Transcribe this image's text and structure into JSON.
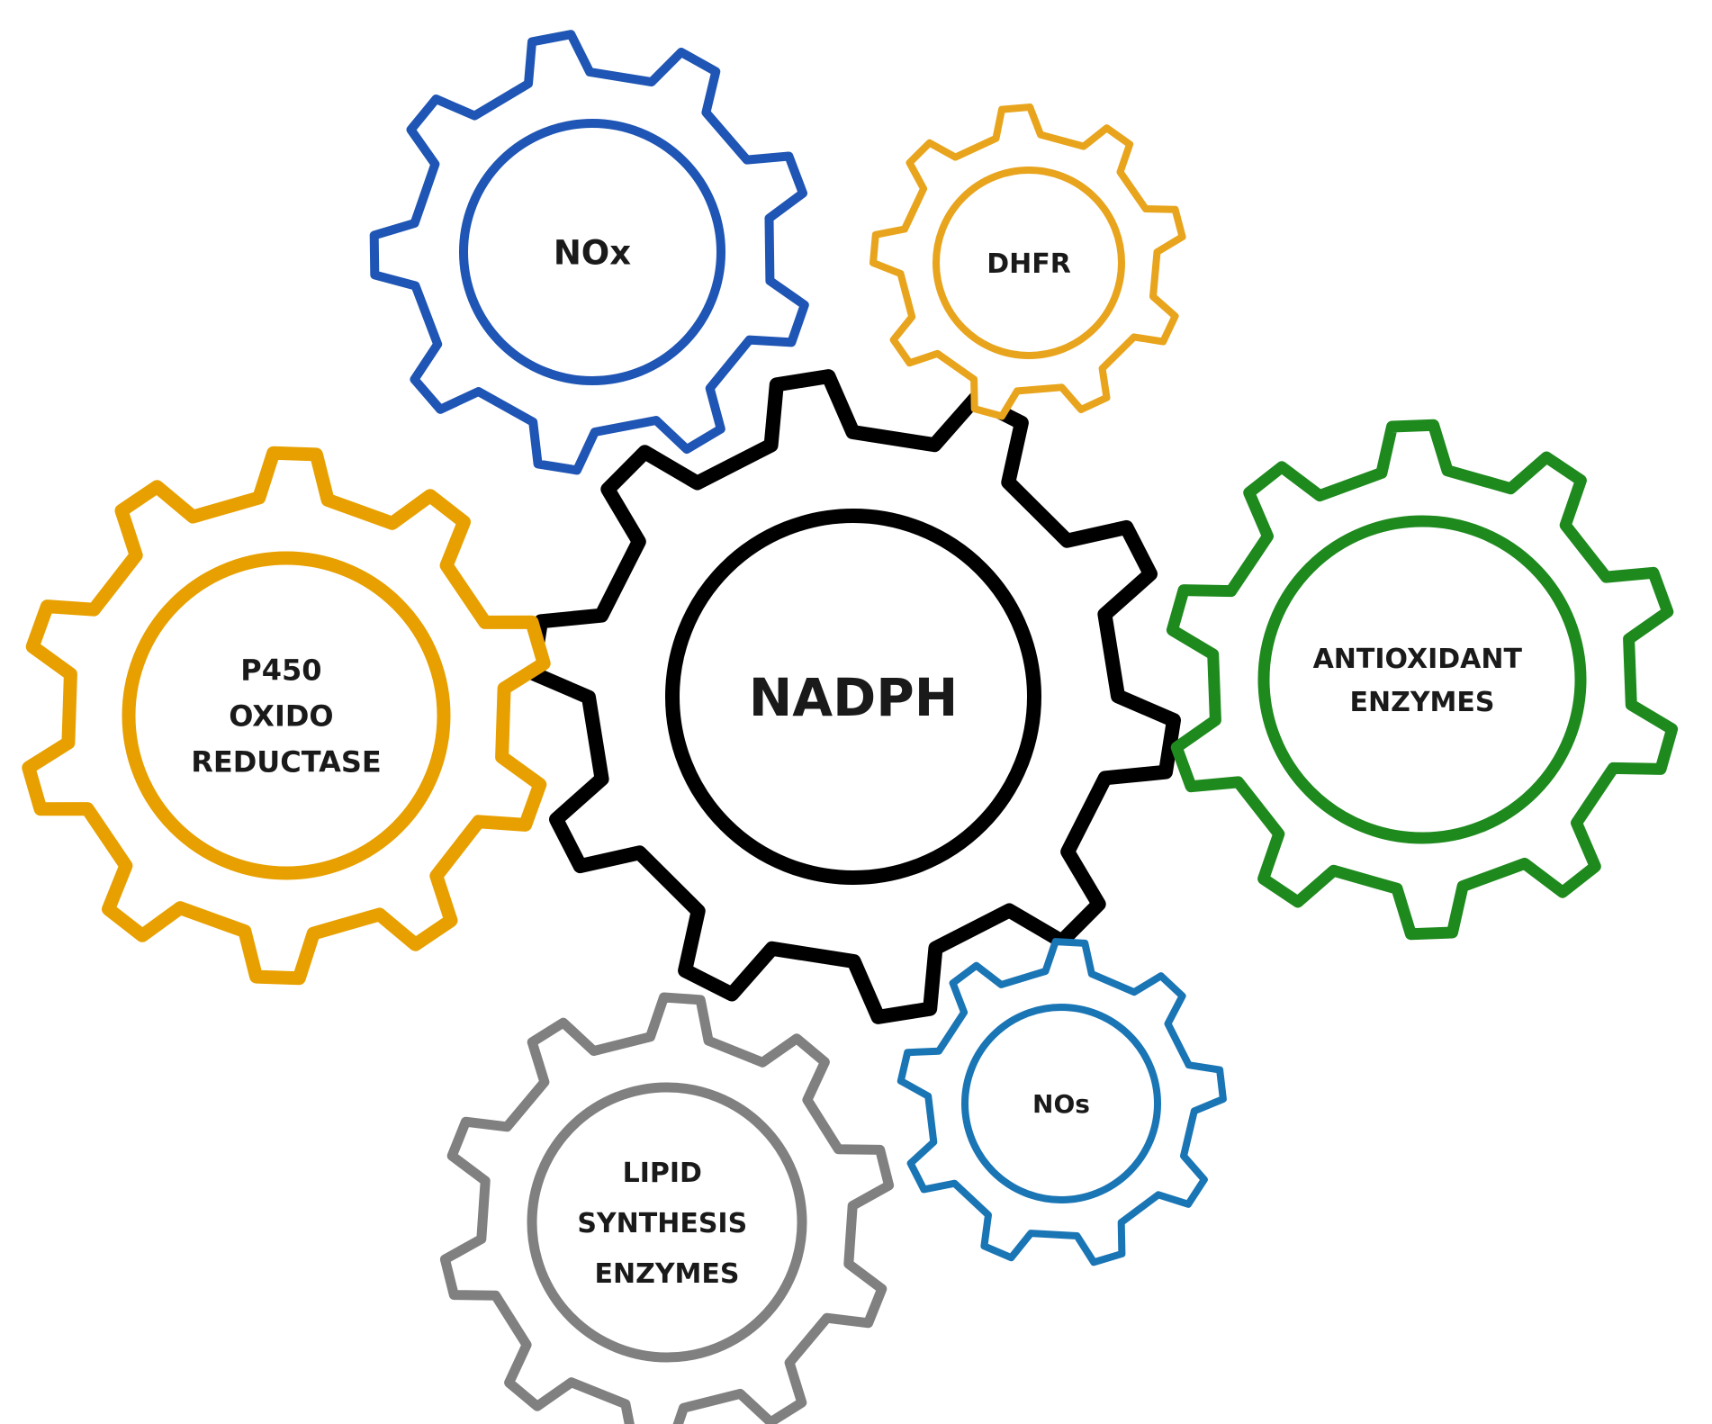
{
  "gears": [
    {
      "id": "nadph",
      "lines": [
        "NADPH"
      ],
      "color": "#000000"
    },
    {
      "id": "nox",
      "lines": [
        "NOx"
      ],
      "color": "#1f55b4"
    },
    {
      "id": "dhfr",
      "lines": [
        "DHFR"
      ],
      "color": "#e8a41c"
    },
    {
      "id": "p450",
      "lines": [
        "P450",
        "OXIDO",
        "REDUCTASE"
      ],
      "color": "#e8a000"
    },
    {
      "id": "antioxidant",
      "lines": [
        "ANTIOXIDANT",
        "ENZYMES"
      ],
      "color": "#1e8a1e"
    },
    {
      "id": "lipid",
      "lines": [
        "LIPID",
        "SYNTHESIS",
        "ENZYMES"
      ],
      "color": "#808080"
    },
    {
      "id": "nos",
      "lines": [
        "NOs"
      ],
      "color": "#1a75b5"
    }
  ]
}
